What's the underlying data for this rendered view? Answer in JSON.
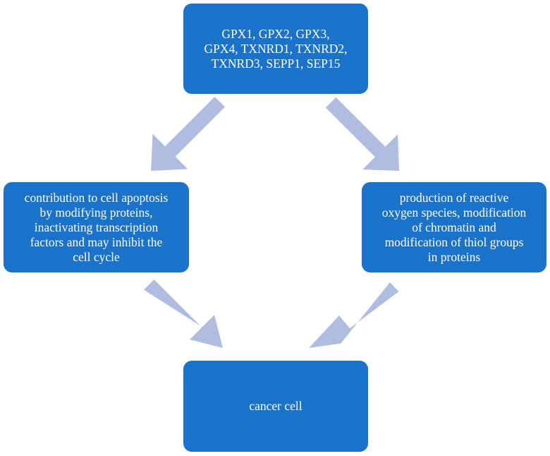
{
  "colors": {
    "box_fill": "#1a73c8",
    "box_text": "#ffffff",
    "arrow_fill": "#aebde0"
  },
  "nodes": {
    "top": "GPX1, GPX2, GPX3,\nGPX4, TXNRD1, TXNRD2,\nTXNRD3, SEPP1, SEP15",
    "left": "contribution to cell apoptosis\nby modifying proteins,\ninactivating transcription\nfactors and may inhibit the\ncell cycle",
    "right": "production of reactive\noxygen species, modification\nof chromatin and\nmodification of thiol groups\nin proteins",
    "bottom": "cancer cell"
  },
  "edges": [
    {
      "from": "top",
      "to": "left"
    },
    {
      "from": "top",
      "to": "right"
    },
    {
      "from": "left",
      "to": "bottom"
    },
    {
      "from": "right",
      "to": "bottom"
    }
  ]
}
